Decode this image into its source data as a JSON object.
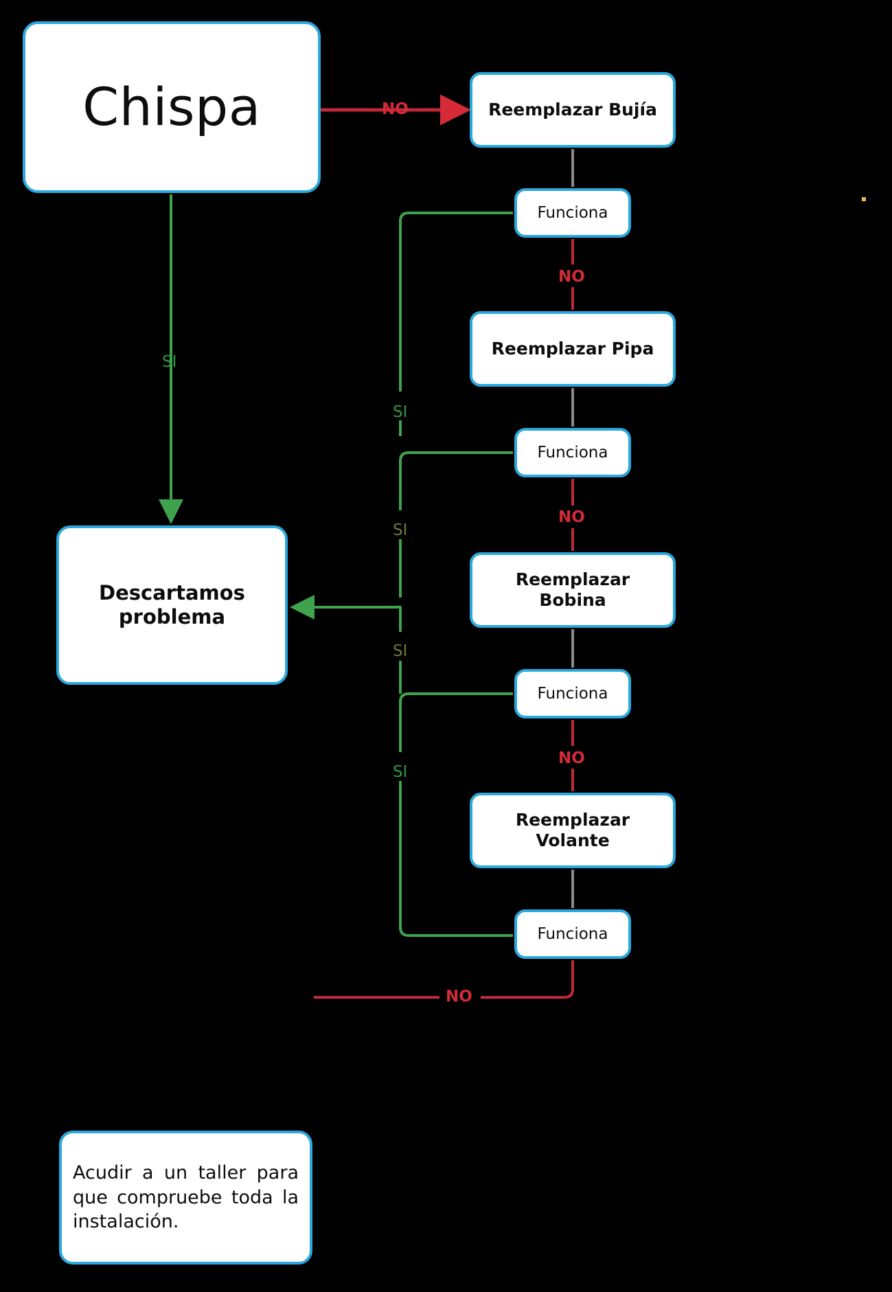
{
  "diagram": {
    "title": "Chispa troubleshooting flowchart",
    "background_color": "#000000",
    "node_border_color": "#2BA8DE",
    "node_fill_color": "#FFFFFF",
    "yes_color": "#2E9B43",
    "no_color": "#D42B36",
    "neutral_color": "#8A8A8A",
    "accent_dot_color": "#F0B84A"
  },
  "nodes": {
    "chispa": "Chispa",
    "reemplazar_bujia": "Reemplazar Bujía",
    "funciona_1": "Funciona",
    "reemplazar_pipa": "Reemplazar Pipa",
    "funciona_2": "Funciona",
    "reemplazar_bobina": "Reemplazar Bobina",
    "funciona_3": "Funciona",
    "reemplazar_volante": "Reemplazar Volante",
    "funciona_4": "Funciona",
    "descartamos_problema": "Descartamos problema",
    "acudir_taller": "Acudir a un taller para que compruebe toda la instalación."
  },
  "edge_labels": {
    "chispa_no": "NO",
    "chispa_si": "SI",
    "funciona1_no": "NO",
    "funciona1_si": "SI",
    "funciona2_no": "NO",
    "funciona2_si": "SI",
    "funciona3_no": "NO",
    "funciona3_si": "SI",
    "funciona4_no": "NO",
    "funciona4_si": "SI"
  }
}
